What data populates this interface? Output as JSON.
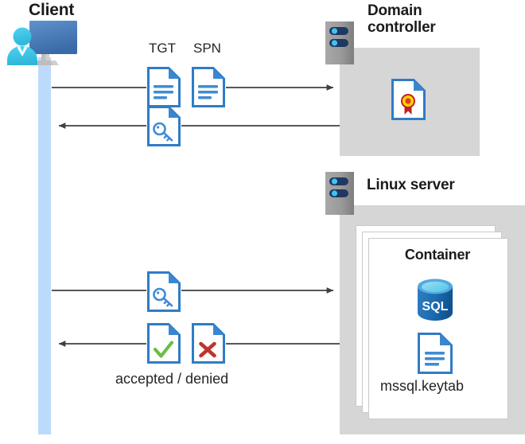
{
  "diagram": {
    "title": "Kerberos authentication flow between client, domain controller and SQL Server container on Linux",
    "background": "#ffffff"
  },
  "colors": {
    "panel_gray": "#d6d6d6",
    "lifeline_blue": "#bcdafc",
    "doc_outline_blue": "#2f7cc6",
    "doc_fold_blue": "#3a87d0",
    "doc_line_blue": "#3f8bd4",
    "server_body_gray": "#9b9b9b",
    "server_bar_navy": "#1f3864",
    "server_dot_cyan": "#3fc4ef",
    "monitor_blue": "#4a7ebb",
    "person_cyan": "#39c4e8",
    "sql_blue": "#1a6bb0",
    "check_green": "#6cbd45",
    "cross_red": "#c0342e",
    "medal_gold": "#ffd500",
    "medal_red": "#c0201f",
    "arrow_dark": "#404040",
    "text_dark": "#1b1b1b"
  },
  "client": {
    "title": "Client",
    "icon": "client-workstation-icon",
    "lifeline": "client-lifeline"
  },
  "domain_controller": {
    "title": "Domain\ncontroller",
    "title_line1": "Domain",
    "title_line2": "controller",
    "server_icon": "server-rack-icon",
    "contents": [
      {
        "icon": "certificate-document-icon",
        "label": ""
      }
    ]
  },
  "linux_server": {
    "title": "Linux server",
    "server_icon": "server-rack-icon",
    "container": {
      "title": "Container",
      "card_count": 3,
      "items": [
        {
          "icon": "sql-database-icon",
          "label": "SQL"
        },
        {
          "icon": "keytab-document-icon",
          "label": "mssql.keytab"
        }
      ]
    }
  },
  "messages": [
    {
      "id": "msg-tgt-spn-request",
      "direction": "right",
      "from": "client",
      "to": "domain-controller",
      "labels": [
        "TGT",
        "SPN"
      ],
      "icons": [
        "document-icon",
        "document-icon"
      ]
    },
    {
      "id": "msg-service-ticket-response",
      "direction": "left",
      "from": "domain-controller",
      "to": "client",
      "labels": [],
      "icons": [
        "key-document-icon"
      ]
    },
    {
      "id": "msg-ticket-presented",
      "direction": "right",
      "from": "client",
      "to": "linux-server",
      "labels": [],
      "icons": [
        "key-document-icon"
      ]
    },
    {
      "id": "msg-auth-result",
      "direction": "left",
      "from": "linux-server",
      "to": "client",
      "labels": [
        "accepted / denied"
      ],
      "icons": [
        "accepted-document-icon",
        "denied-document-icon"
      ]
    }
  ],
  "labels": {
    "tgt": "TGT",
    "spn": "SPN",
    "accepted_denied": "accepted / denied",
    "keytab_file": "mssql.keytab",
    "sql_text": "SQL"
  }
}
